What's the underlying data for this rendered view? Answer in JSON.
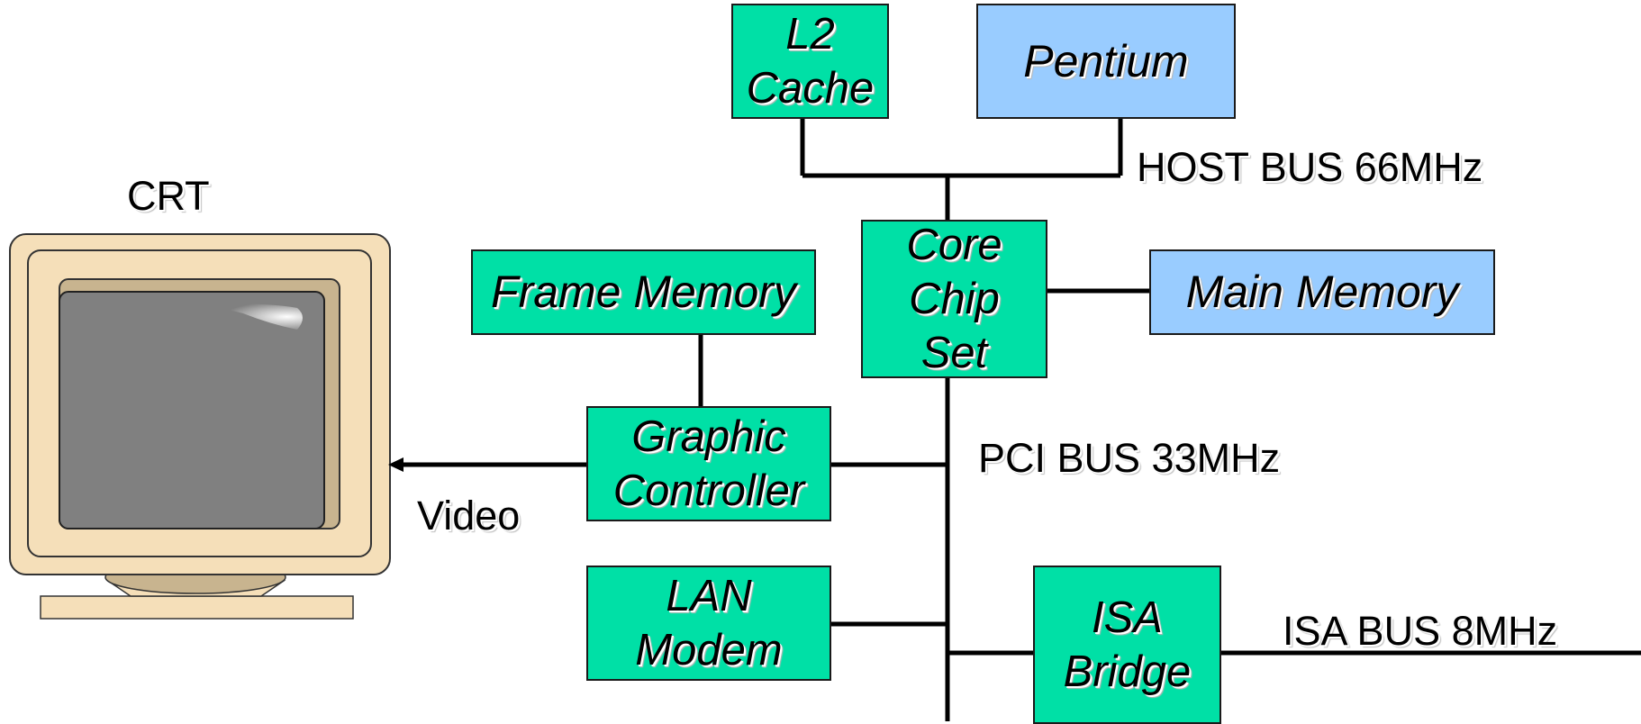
{
  "blocks": {
    "l2_cache": [
      "L2",
      "Cache"
    ],
    "pentium": [
      "Pentium"
    ],
    "core_chipset": [
      "Core",
      "Chip",
      "Set"
    ],
    "main_memory": [
      "Main Memory"
    ],
    "frame_memory": [
      "Frame Memory"
    ],
    "graphic_controller": [
      "Graphic",
      "Controller"
    ],
    "lan_modem": [
      "LAN",
      "Modem"
    ],
    "isa_bridge": [
      "ISA",
      "Bridge"
    ]
  },
  "labels": {
    "host_bus": "HOST BUS 66MHz",
    "pci_bus": "PCI BUS 33MHz",
    "isa_bus": "ISA BUS 8MHz",
    "crt": "CRT",
    "video": "Video"
  },
  "colors": {
    "green_block": "#00e0a6",
    "blue_block": "#99ccff",
    "monitor_beige": "#f5dfb9",
    "screen_gray": "#808080",
    "line": "#000000"
  },
  "icons": {
    "crt": "crt-monitor-icon"
  }
}
